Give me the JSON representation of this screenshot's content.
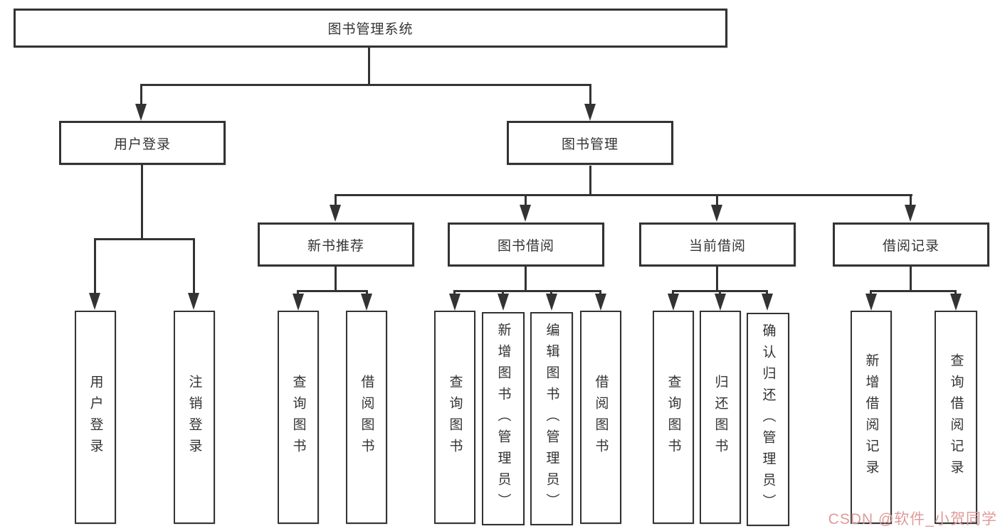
{
  "tree": {
    "root": {
      "label": "图书管理系统"
    },
    "level2": [
      {
        "label": "用户登录",
        "children": [
          {
            "label": "用户登录"
          },
          {
            "label": "注销登录"
          }
        ]
      },
      {
        "label": "图书管理"
      }
    ],
    "level3": [
      {
        "label": "新书推荐",
        "children": [
          {
            "label": "查询图书"
          },
          {
            "label": "借阅图书"
          }
        ]
      },
      {
        "label": "图书借阅",
        "children": [
          {
            "label": "查询图书"
          },
          {
            "label": "新增图书（管理员）"
          },
          {
            "label": "编辑图书（管理员）"
          },
          {
            "label": "借阅图书"
          }
        ]
      },
      {
        "label": "当前借阅",
        "children": [
          {
            "label": "查询图书"
          },
          {
            "label": "归还图书"
          },
          {
            "label": "确认归还（管理员）"
          }
        ]
      },
      {
        "label": "借阅记录",
        "children": [
          {
            "label": "新增借阅记录"
          },
          {
            "label": "查询借阅记录"
          }
        ]
      }
    ]
  },
  "watermark": {
    "text": "CSDN @软件_小贺同学",
    "color": "#e09a9a"
  },
  "colors": {
    "line": "#333333",
    "box_border": "#333333",
    "text": "#333333",
    "background": "#ffffff"
  }
}
